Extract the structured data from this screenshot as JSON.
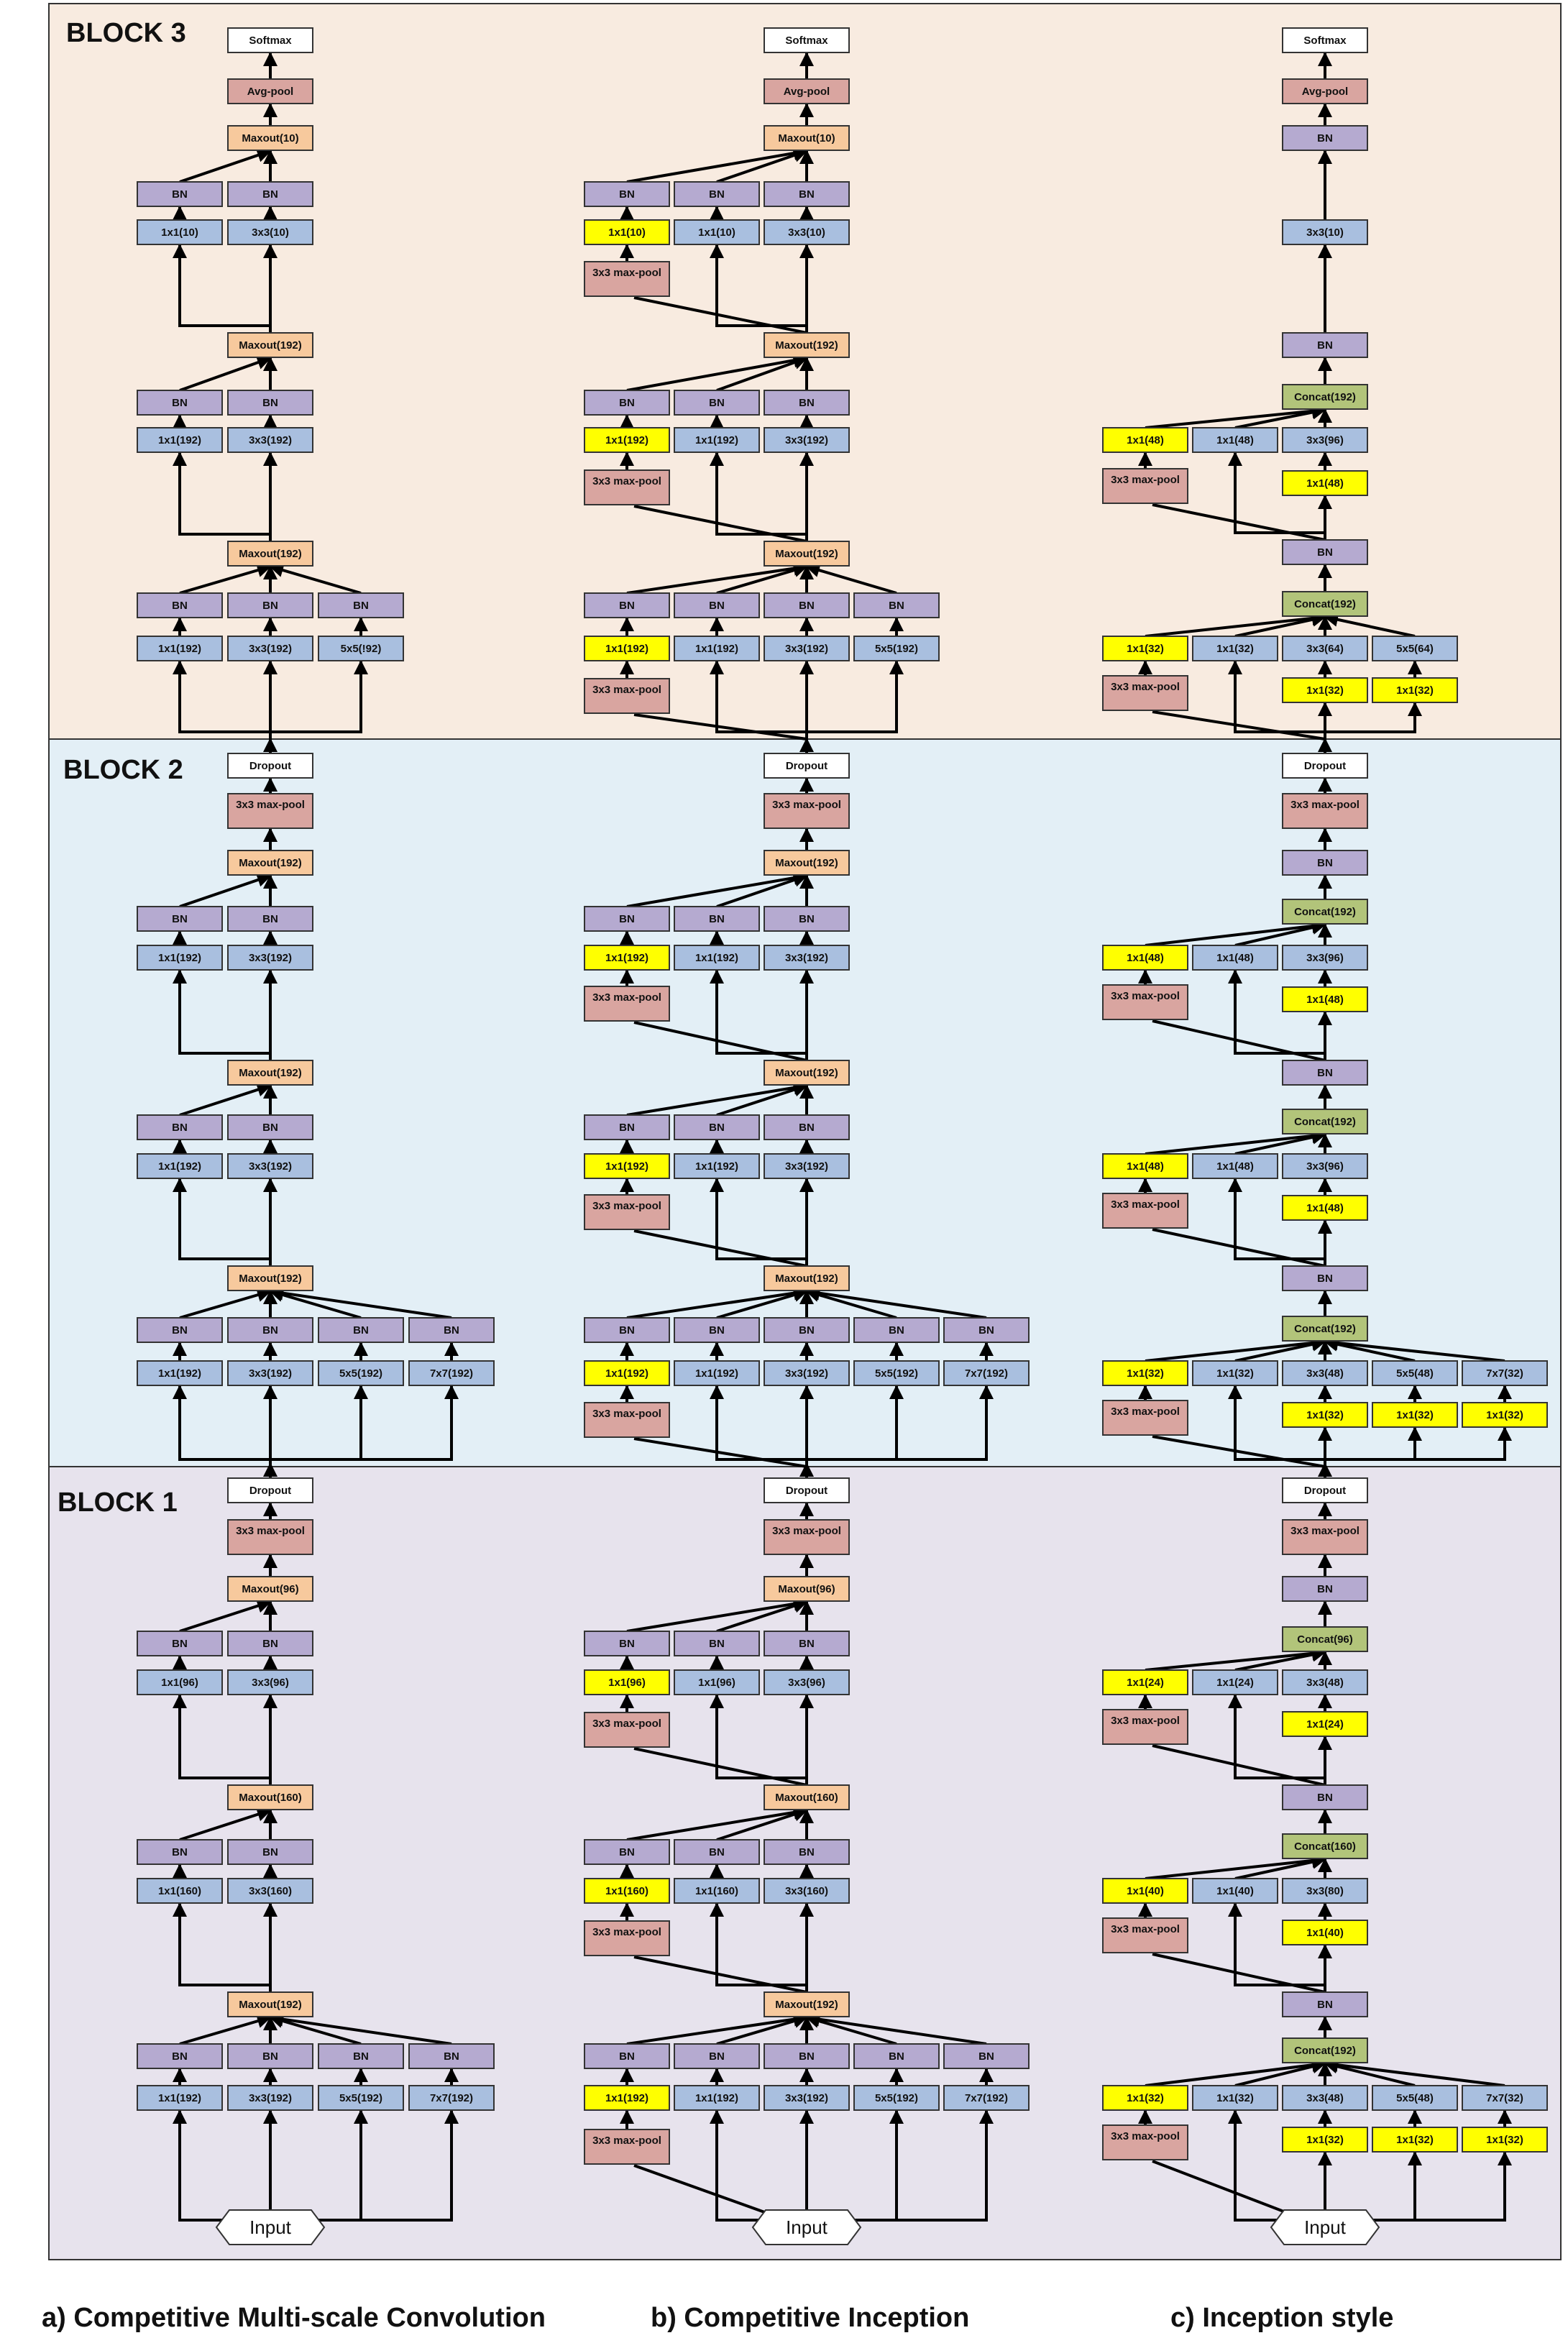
{
  "blocks": [
    "BLOCK 3",
    "BLOCK 2",
    "BLOCK 1"
  ],
  "captions": [
    "a) Competitive Multi-scale Convolution",
    "b) Competitive Inception",
    "c) Inception style"
  ],
  "colors": {
    "block3_bg": "#f8ebe0",
    "block2_bg": "#e3eff6",
    "block1_bg": "#e7e3ed",
    "conv": "#a9bfdf",
    "bn": "#b5aad0",
    "maxout": "#f7c99d",
    "pool": "#d9a5a0",
    "concat": "#b2c47a",
    "highlight": "#ffff00",
    "white": "#ffffff"
  },
  "labels": {
    "softmax": "Softmax",
    "avg_pool": "Avg-pool",
    "dropout": "Dropout",
    "bn": "BN",
    "maxpool": "3x3 max-pool",
    "input": "Input"
  },
  "columns": {
    "a": {
      "block3": {
        "m1": {
          "conv": [
            "1x1(192)",
            "3x3(192)",
            "5x5(!92)"
          ],
          "out": "Maxout(192)"
        },
        "m2": {
          "conv": [
            "1x1(192)",
            "3x3(192)"
          ],
          "out": "Maxout(192)"
        },
        "m3": {
          "conv": [
            "1x1(10)",
            "3x3(10)"
          ],
          "out": "Maxout(10)"
        }
      },
      "block2": {
        "m1": {
          "conv": [
            "1x1(192)",
            "3x3(192)",
            "5x5(192)",
            "7x7(192)"
          ],
          "out": "Maxout(192)"
        },
        "m2": {
          "conv": [
            "1x1(192)",
            "3x3(192)"
          ],
          "out": "Maxout(192)"
        },
        "m3": {
          "conv": [
            "1x1(192)",
            "3x3(192)"
          ],
          "out": "Maxout(192)"
        }
      },
      "block1": {
        "m1": {
          "conv": [
            "1x1(192)",
            "3x3(192)",
            "5x5(192)",
            "7x7(192)"
          ],
          "out": "Maxout(192)"
        },
        "m2": {
          "conv": [
            "1x1(160)",
            "3x3(160)"
          ],
          "out": "Maxout(160)"
        },
        "m3": {
          "conv": [
            "1x1(96)",
            "3x3(96)"
          ],
          "out": "Maxout(96)"
        }
      }
    },
    "b": {
      "block3": {
        "m1": {
          "conv": [
            "1x1(192)",
            "1x1(192)",
            "3x3(192)",
            "5x5(192)"
          ],
          "out": "Maxout(192)"
        },
        "m2": {
          "conv": [
            "1x1(192)",
            "1x1(192)",
            "3x3(192)"
          ],
          "out": "Maxout(192)"
        },
        "m3": {
          "conv": [
            "1x1(10)",
            "1x1(10)",
            "3x3(10)"
          ],
          "out": "Maxout(10)"
        }
      },
      "block2": {
        "m1": {
          "conv": [
            "1x1(192)",
            "1x1(192)",
            "3x3(192)",
            "5x5(192)",
            "7x7(192)"
          ],
          "out": "Maxout(192)"
        },
        "m2": {
          "conv": [
            "1x1(192)",
            "1x1(192)",
            "3x3(192)"
          ],
          "out": "Maxout(192)"
        },
        "m3": {
          "conv": [
            "1x1(192)",
            "1x1(192)",
            "3x3(192)"
          ],
          "out": "Maxout(192)"
        }
      },
      "block1": {
        "m1": {
          "conv": [
            "1x1(192)",
            "1x1(192)",
            "3x3(192)",
            "5x5(192)",
            "7x7(192)"
          ],
          "out": "Maxout(192)"
        },
        "m2": {
          "conv": [
            "1x1(160)",
            "1x1(160)",
            "3x3(160)"
          ],
          "out": "Maxout(160)"
        },
        "m3": {
          "conv": [
            "1x1(96)",
            "1x1(96)",
            "3x3(96)"
          ],
          "out": "Maxout(96)"
        }
      }
    },
    "c": {
      "block3": {
        "m1": {
          "conv": [
            "1x1(32)",
            "1x1(32)",
            "3x3(64)",
            "5x5(64)"
          ],
          "reduce": [
            "1x1(32)",
            "1x1(32)"
          ],
          "out": "Concat(192)"
        },
        "m2": {
          "conv": [
            "1x1(48)",
            "1x1(48)",
            "3x3(96)"
          ],
          "reduce": [
            "1x1(48)"
          ],
          "out": "Concat(192)"
        },
        "final_conv": "3x3(10)"
      },
      "block2": {
        "m1": {
          "conv": [
            "1x1(32)",
            "1x1(32)",
            "3x3(48)",
            "5x5(48)",
            "7x7(32)"
          ],
          "reduce": [
            "1x1(32)",
            "1x1(32)",
            "1x1(32)"
          ],
          "out": "Concat(192)"
        },
        "m2": {
          "conv": [
            "1x1(48)",
            "1x1(48)",
            "3x3(96)"
          ],
          "reduce": [
            "1x1(48)"
          ],
          "out": "Concat(192)"
        },
        "m3": {
          "conv": [
            "1x1(48)",
            "1x1(48)",
            "3x3(96)"
          ],
          "reduce": [
            "1x1(48)"
          ],
          "out": "Concat(192)"
        }
      },
      "block1": {
        "m1": {
          "conv": [
            "1x1(32)",
            "1x1(32)",
            "3x3(48)",
            "5x5(48)",
            "7x7(32)"
          ],
          "reduce": [
            "1x1(32)",
            "1x1(32)",
            "1x1(32)"
          ],
          "out": "Concat(192)"
        },
        "m2": {
          "conv": [
            "1x1(40)",
            "1x1(40)",
            "3x3(80)"
          ],
          "reduce": [
            "1x1(40)"
          ],
          "out": "Concat(160)"
        },
        "m3": {
          "conv": [
            "1x1(24)",
            "1x1(24)",
            "3x3(48)"
          ],
          "reduce": [
            "1x1(24)"
          ],
          "out": "Concat(96)"
        }
      }
    }
  }
}
